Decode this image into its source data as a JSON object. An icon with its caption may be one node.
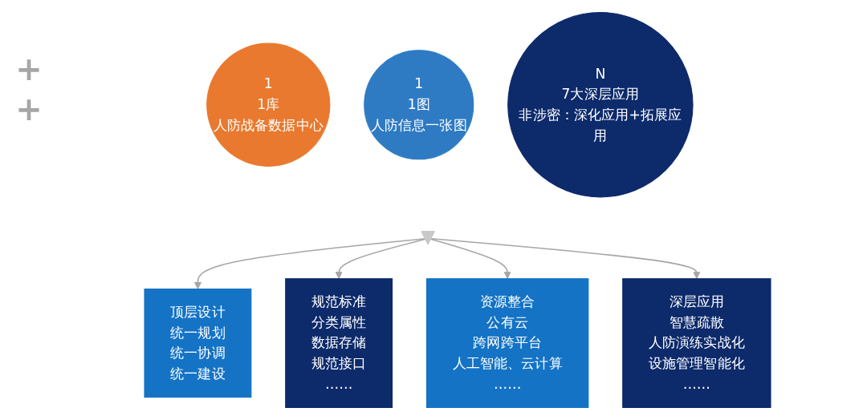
{
  "diagram": {
    "nodes": [
      {
        "text": [
          "1",
          "1库",
          "人防战备数据中心"
        ]
      },
      {
        "text": [
          "1",
          "1图",
          "人防信息一张图"
        ]
      },
      {
        "text": [
          "N",
          "7大深层应用",
          "非涉密：深化应用+拓展应用"
        ]
      },
      {
        "text": [],
        "shape": "arrow"
      },
      {
        "text": [
          "顶层设计",
          "统一规划",
          "统一协调",
          "统一建设"
        ]
      },
      {
        "text": [
          "规范标准",
          "分类属性",
          "数据存储",
          "规范接口",
          "……"
        ]
      },
      {
        "text": [
          "资源整合",
          "公有云",
          "跨网跨平台",
          "人工智能、云计算",
          "……"
        ]
      },
      {
        "text": [
          "深层应用",
          "智慧疏散",
          "人防演练实战化",
          "设施管理智能化",
          "……"
        ]
      }
    ],
    "edges": [
      {
        "from": 3,
        "to": 4,
        "arrow": "to"
      },
      {
        "from": 3,
        "to": 5,
        "arrow": "to"
      },
      {
        "from": 3,
        "to": 6,
        "arrow": "to"
      },
      {
        "from": 3,
        "to": 7,
        "arrow": "to"
      }
    ],
    "labels": [
      "+",
      "+"
    ]
  }
}
